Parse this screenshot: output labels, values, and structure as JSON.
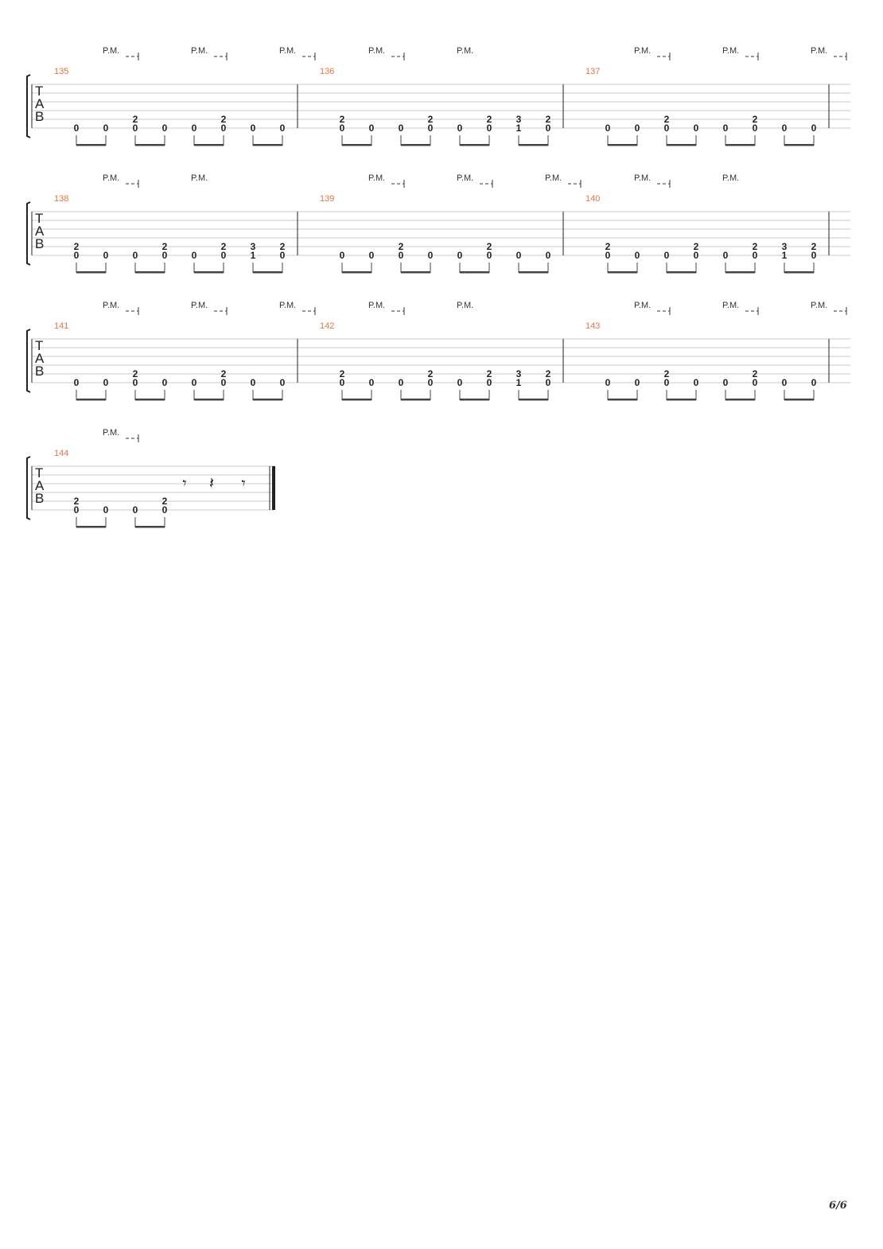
{
  "document": {
    "page_number": "6/6",
    "tab_clef": [
      "T",
      "A",
      "B"
    ],
    "palm_mute_label": "P.M.",
    "colors": {
      "measure_number": "#e8743b",
      "staff_line": "#c8c8c8",
      "ink": "#222222"
    },
    "systems": [
      {
        "measures": [
          {
            "number": "135",
            "notes": [
              [
                "0"
              ],
              [
                "0"
              ],
              [
                "2",
                "0"
              ],
              [
                "0"
              ],
              [
                "0"
              ],
              [
                "2",
                "0"
              ],
              [
                "0"
              ],
              [
                "0"
              ]
            ],
            "pm": [
              1,
              1,
              1
            ]
          },
          {
            "number": "136",
            "notes": [
              [
                "2",
                "0"
              ],
              [
                "0"
              ],
              [
                "0"
              ],
              [
                "2",
                "0"
              ],
              [
                "0"
              ],
              [
                "2",
                "0"
              ],
              [
                "3",
                "1"
              ],
              [
                "2",
                "0"
              ]
            ],
            "pm": [
              1,
              0
            ]
          },
          {
            "number": "137",
            "notes": [
              [
                "0"
              ],
              [
                "0"
              ],
              [
                "2",
                "0"
              ],
              [
                "0"
              ],
              [
                "0"
              ],
              [
                "2",
                "0"
              ],
              [
                "0"
              ],
              [
                "0"
              ]
            ],
            "pm": [
              1,
              1,
              1
            ]
          }
        ]
      },
      {
        "measures": [
          {
            "number": "138",
            "notes": [
              [
                "2",
                "0"
              ],
              [
                "0"
              ],
              [
                "0"
              ],
              [
                "2",
                "0"
              ],
              [
                "0"
              ],
              [
                "2",
                "0"
              ],
              [
                "3",
                "1"
              ],
              [
                "2",
                "0"
              ]
            ],
            "pm": [
              1,
              0
            ]
          },
          {
            "number": "139",
            "notes": [
              [
                "0"
              ],
              [
                "0"
              ],
              [
                "2",
                "0"
              ],
              [
                "0"
              ],
              [
                "0"
              ],
              [
                "2",
                "0"
              ],
              [
                "0"
              ],
              [
                "0"
              ]
            ],
            "pm": [
              1,
              1,
              1
            ]
          },
          {
            "number": "140",
            "notes": [
              [
                "2",
                "0"
              ],
              [
                "0"
              ],
              [
                "0"
              ],
              [
                "2",
                "0"
              ],
              [
                "0"
              ],
              [
                "2",
                "0"
              ],
              [
                "3",
                "1"
              ],
              [
                "2",
                "0"
              ]
            ],
            "pm": [
              1,
              0
            ]
          }
        ]
      },
      {
        "measures": [
          {
            "number": "141",
            "notes": [
              [
                "0"
              ],
              [
                "0"
              ],
              [
                "2",
                "0"
              ],
              [
                "0"
              ],
              [
                "0"
              ],
              [
                "2",
                "0"
              ],
              [
                "0"
              ],
              [
                "0"
              ]
            ],
            "pm": [
              1,
              1,
              1
            ]
          },
          {
            "number": "142",
            "notes": [
              [
                "2",
                "0"
              ],
              [
                "0"
              ],
              [
                "0"
              ],
              [
                "2",
                "0"
              ],
              [
                "0"
              ],
              [
                "2",
                "0"
              ],
              [
                "3",
                "1"
              ],
              [
                "2",
                "0"
              ]
            ],
            "pm": [
              1,
              0
            ]
          },
          {
            "number": "143",
            "notes": [
              [
                "0"
              ],
              [
                "0"
              ],
              [
                "2",
                "0"
              ],
              [
                "0"
              ],
              [
                "0"
              ],
              [
                "2",
                "0"
              ],
              [
                "0"
              ],
              [
                "0"
              ]
            ],
            "pm": [
              1,
              1,
              1
            ]
          }
        ]
      },
      {
        "measures": [
          {
            "number": "144",
            "notes": [
              [
                "2",
                "0"
              ],
              [
                "0"
              ],
              [
                "0"
              ],
              [
                "2",
                "0"
              ]
            ],
            "pm": [
              1
            ],
            "rests": [
              "eighth-rest",
              "quarter-rest",
              "eighth-rest"
            ],
            "final": true
          }
        ]
      }
    ]
  }
}
